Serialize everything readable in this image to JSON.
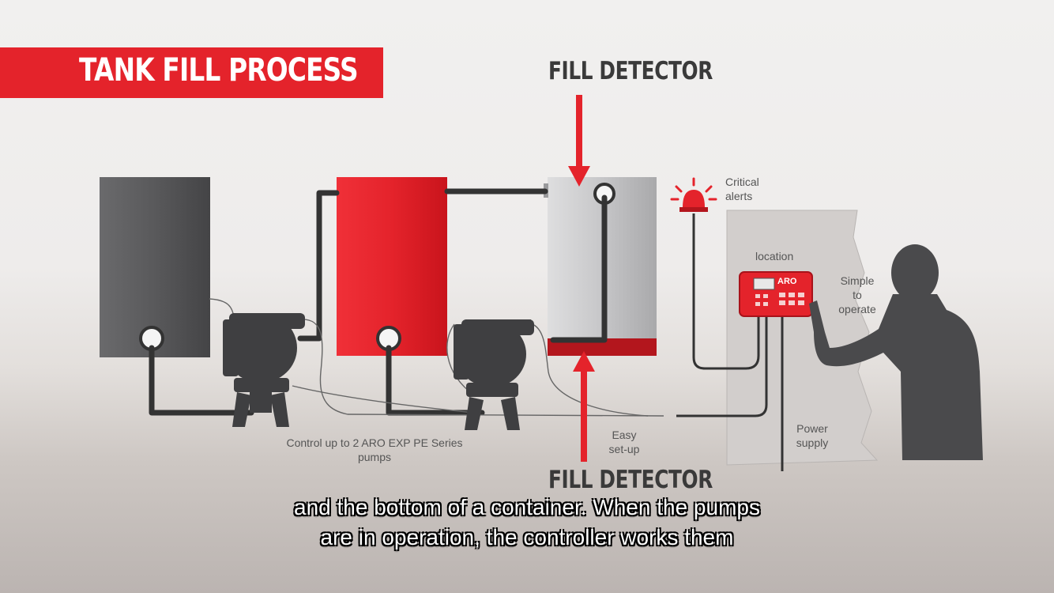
{
  "title": "TANK FILL PROCESS",
  "fill_detector_top": "FILL DETECTOR",
  "fill_detector_bottom": "FILL DETECTOR",
  "labels": {
    "critical_alerts_line1": "Critical",
    "critical_alerts_line2": "alerts",
    "location": "location",
    "simple_line1": "Simple",
    "simple_line2": "to",
    "simple_line3": "operate",
    "easy_line1": "Easy",
    "easy_line2": "set-up",
    "power_line1": "Power",
    "power_line2": "supply",
    "control_line1": "Control up to 2 ARO EXP PE Series",
    "control_line2": "pumps",
    "controller_brand": "ARO"
  },
  "subtitles": {
    "line1": "and the bottom of a container. When the pumps",
    "line2": "are in operation, the controller works them"
  },
  "colors": {
    "accent_red": "#e4232b",
    "dark_tank": "#545456",
    "silver_tank": "#c7c7c9",
    "pipe": "#333333"
  }
}
